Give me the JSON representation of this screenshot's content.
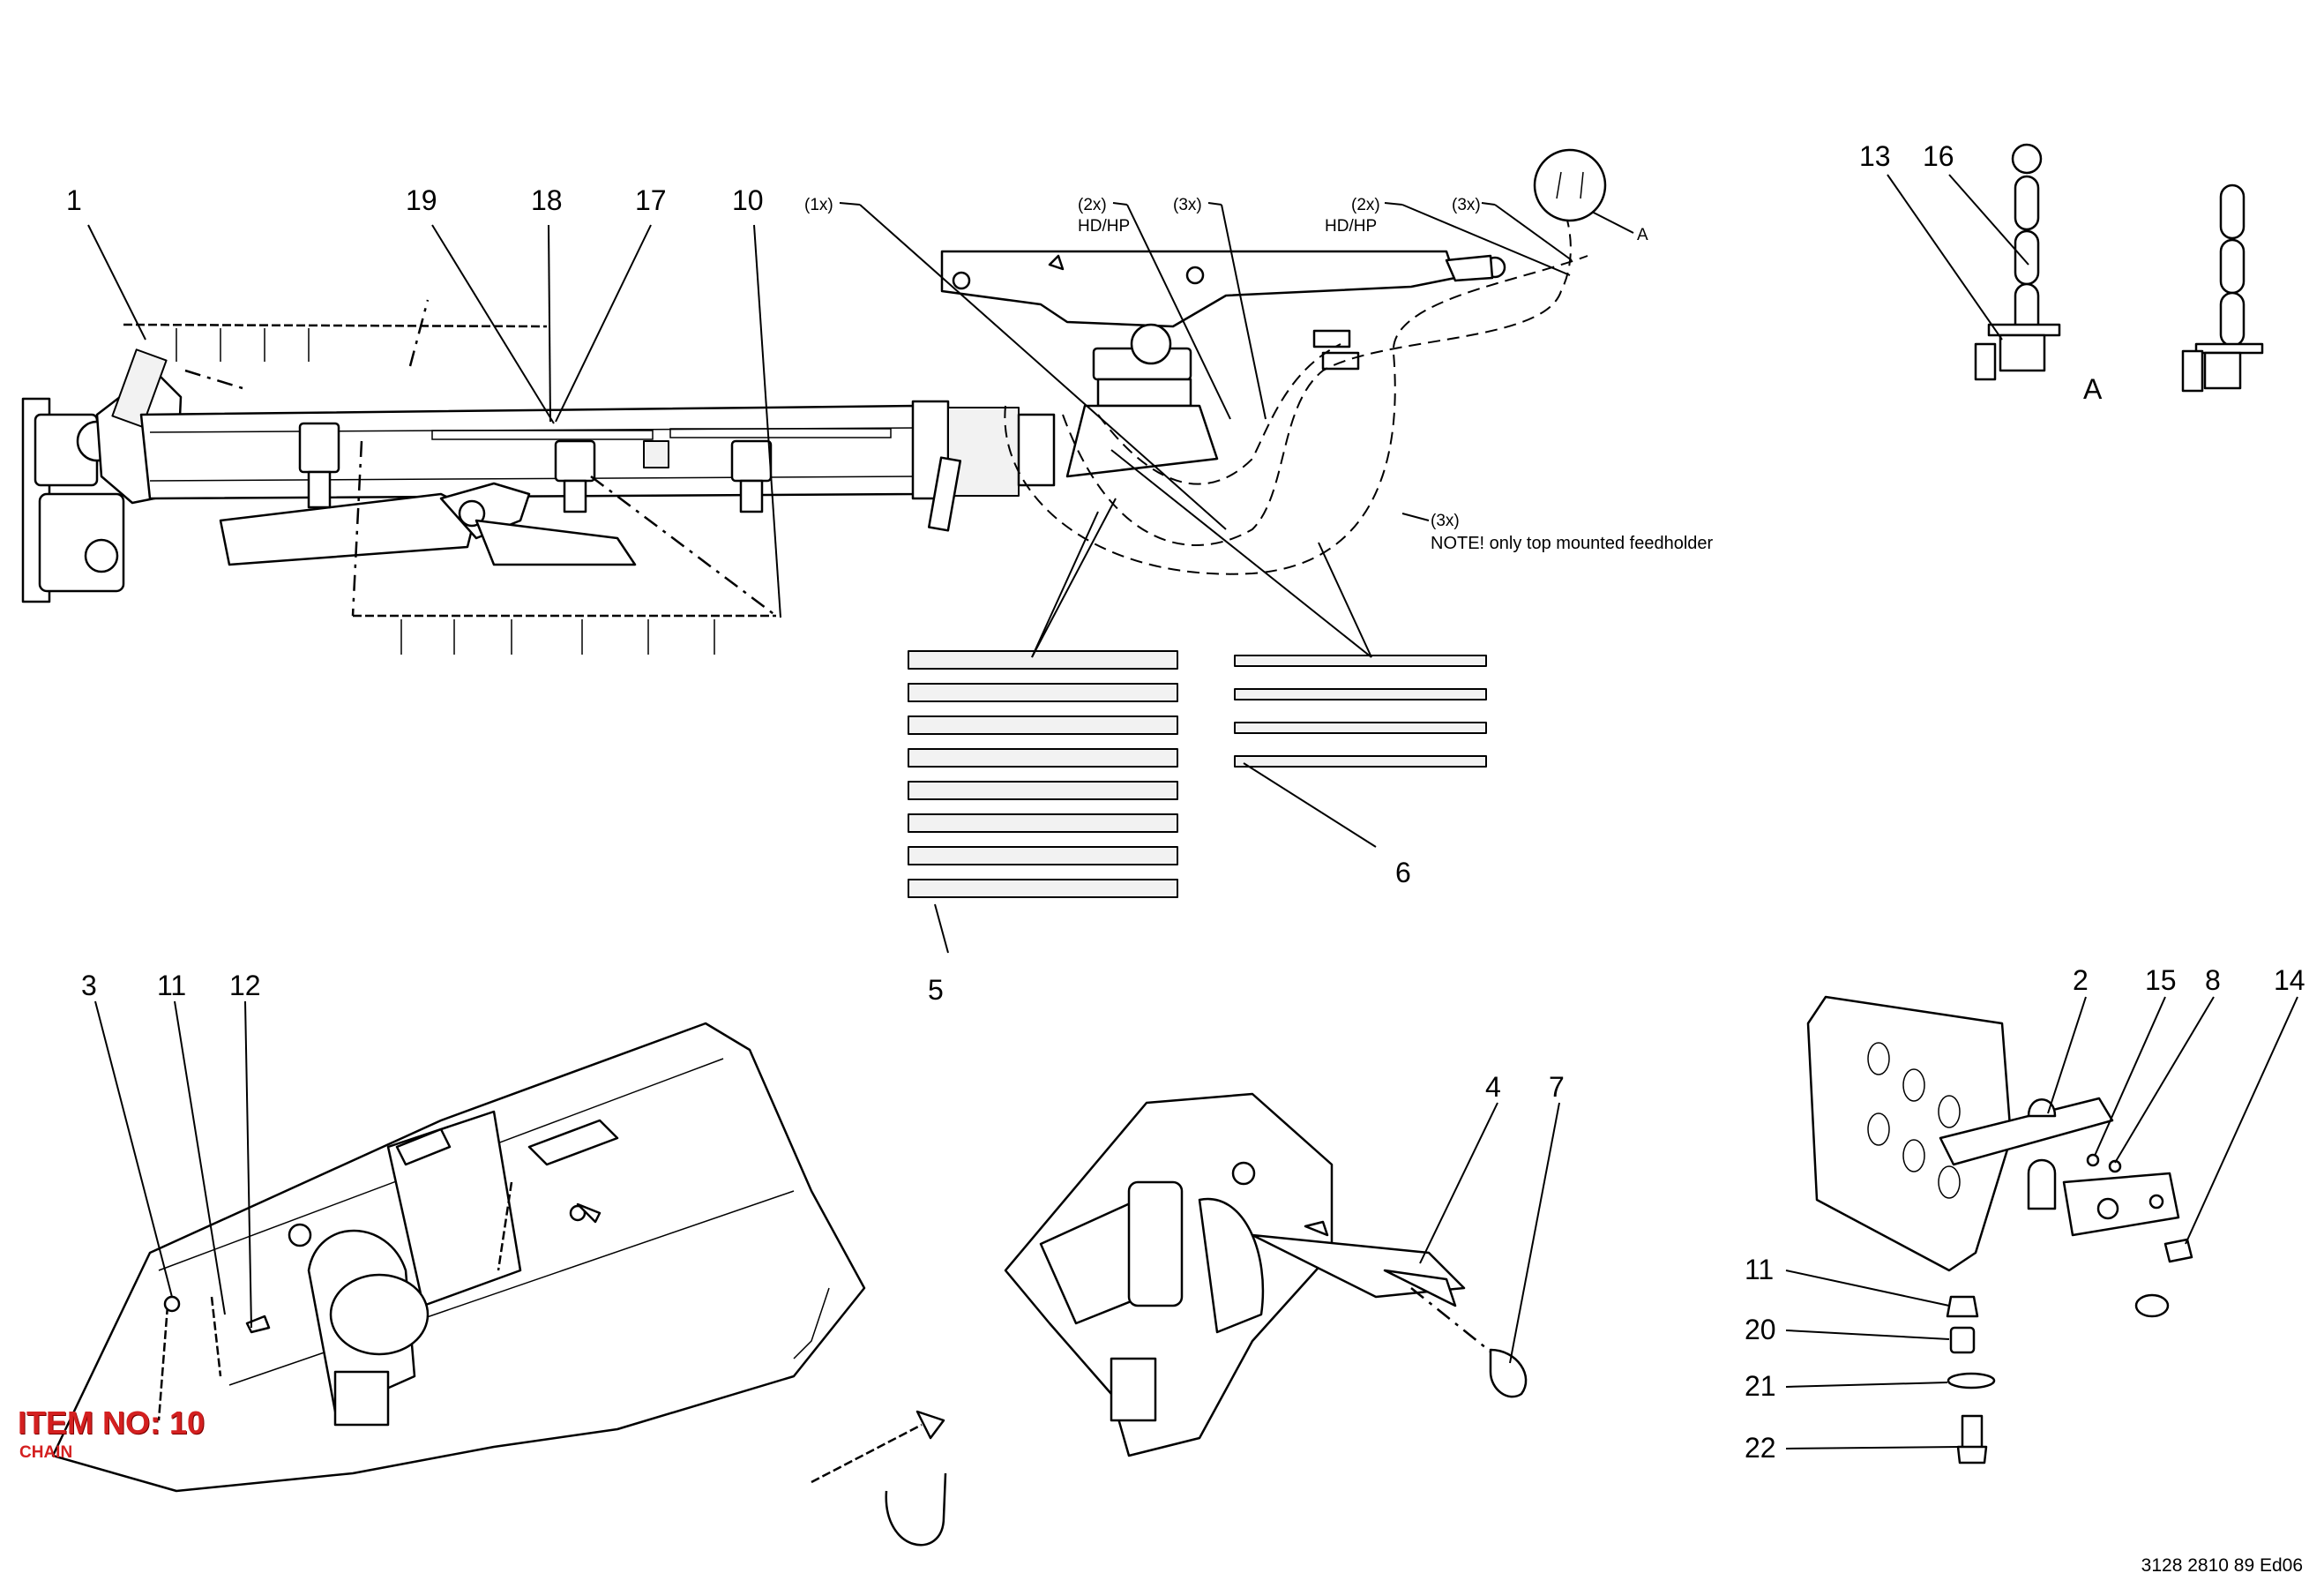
{
  "callouts": {
    "c1": "1",
    "c19": "19",
    "c18": "18",
    "c17": "17",
    "c10": "10",
    "c13": "13",
    "c16": "16",
    "c5": "5",
    "c6": "6",
    "c3": "3",
    "c11a": "11",
    "c12": "12",
    "c4": "4",
    "c7": "7",
    "c2": "2",
    "c15": "15",
    "c8": "8",
    "c14": "14",
    "c11b": "11",
    "c20": "20",
    "c21": "21",
    "c22": "22"
  },
  "quantities": {
    "q1x": "(1x)",
    "q2x_a": "(2x)",
    "q3x_a": "(3x)",
    "q2x_b": "(2x)",
    "q3x_b": "(3x)",
    "q3x_c": "(3x)"
  },
  "variants": {
    "hdhp_a": "HD/HP",
    "hdhp_b": "HD/HP"
  },
  "detail_refs": {
    "ref_a_leader": "A",
    "ref_a_detail": "A"
  },
  "note": "NOTE! only top mounted feedholder",
  "item": {
    "title": "ITEM NO: 10",
    "subtitle": "CHAIN"
  },
  "document_number": "3128 2810 89 Ed06"
}
